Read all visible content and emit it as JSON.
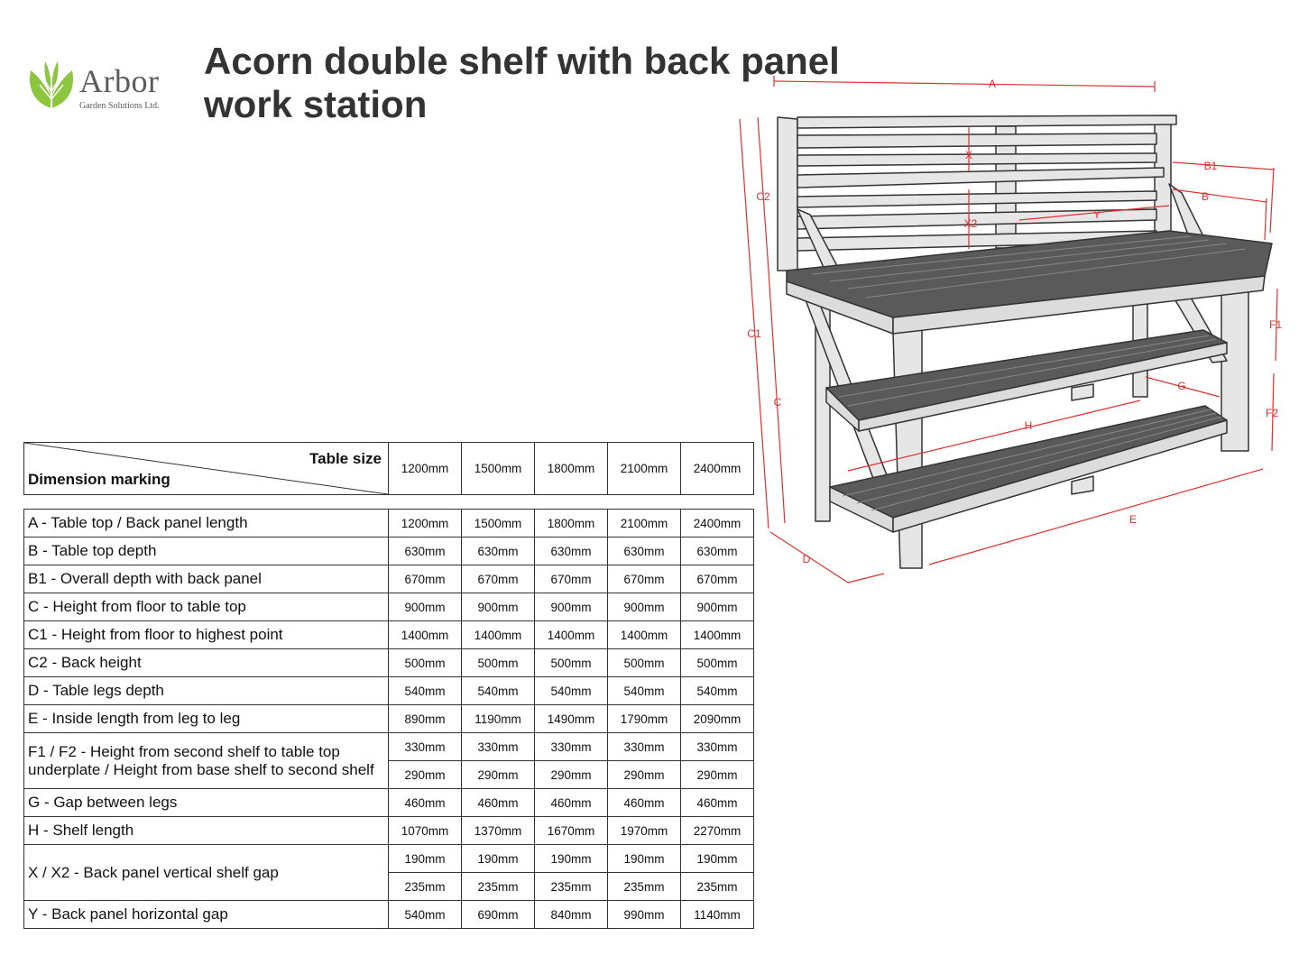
{
  "brand": {
    "name": "Arbor",
    "subtitle": "Garden Solutions Ltd.",
    "color": "#8cc63f"
  },
  "title": {
    "line1": "Acorn double shelf with back panel",
    "line2": "work station"
  },
  "header": {
    "table_size": "Table size",
    "dimension_marking": "Dimension marking",
    "sizes": [
      "1200mm",
      "1500mm",
      "1800mm",
      "2100mm",
      "2400mm"
    ]
  },
  "rows": [
    {
      "label": "A - Table top / Back panel length",
      "values": [
        "1200mm",
        "1500mm",
        "1800mm",
        "2100mm",
        "2400mm"
      ]
    },
    {
      "label": "B - Table top depth",
      "values": [
        "630mm",
        "630mm",
        "630mm",
        "630mm",
        "630mm"
      ]
    },
    {
      "label": "B1 - Overall depth with back panel",
      "values": [
        "670mm",
        "670mm",
        "670mm",
        "670mm",
        "670mm"
      ]
    },
    {
      "label": "C - Height from floor to table top",
      "values": [
        "900mm",
        "900mm",
        "900mm",
        "900mm",
        "900mm"
      ]
    },
    {
      "label": "C1 - Height from floor to highest point",
      "values": [
        "1400mm",
        "1400mm",
        "1400mm",
        "1400mm",
        "1400mm"
      ]
    },
    {
      "label": "C2 - Back height",
      "values": [
        "500mm",
        "500mm",
        "500mm",
        "500mm",
        "500mm"
      ]
    },
    {
      "label": "D - Table legs depth",
      "values": [
        "540mm",
        "540mm",
        "540mm",
        "540mm",
        "540mm"
      ]
    },
    {
      "label": "E - Inside length from leg to leg",
      "values": [
        "890mm",
        "1190mm",
        "1490mm",
        "1790mm",
        "2090mm"
      ]
    },
    {
      "label": "F1 / F2  - Height from second shelf to table top underplate / Height from base shelf to second shelf",
      "values": [
        "330mm",
        "330mm",
        "330mm",
        "330mm",
        "330mm"
      ],
      "values2": [
        "290mm",
        "290mm",
        "290mm",
        "290mm",
        "290mm"
      ]
    },
    {
      "label": "G - Gap between legs",
      "values": [
        "460mm",
        "460mm",
        "460mm",
        "460mm",
        "460mm"
      ]
    },
    {
      "label": "H - Shelf length",
      "values": [
        "1070mm",
        "1370mm",
        "1670mm",
        "1970mm",
        "2270mm"
      ]
    },
    {
      "label": "X / X2 - Back panel vertical shelf gap",
      "values": [
        "190mm",
        "190mm",
        "190mm",
        "190mm",
        "190mm"
      ],
      "values2": [
        "235mm",
        "235mm",
        "235mm",
        "235mm",
        "235mm"
      ]
    },
    {
      "label": "Y - Back panel horizontal gap",
      "values": [
        "540mm",
        "690mm",
        "840mm",
        "990mm",
        "1140mm"
      ]
    }
  ],
  "diagram_labels": {
    "A": "A",
    "B": "B",
    "B1": "B1",
    "C": "C",
    "C1": "C1",
    "C2": "C2",
    "D": "D",
    "E": "E",
    "F1": "F1",
    "F2": "F2",
    "G": "G",
    "H": "H",
    "X": "X",
    "X2": "X2",
    "Y": "Y"
  },
  "colors": {
    "dimension": "#e03030",
    "wood_top": "#555555",
    "frame": "#dddddd"
  }
}
